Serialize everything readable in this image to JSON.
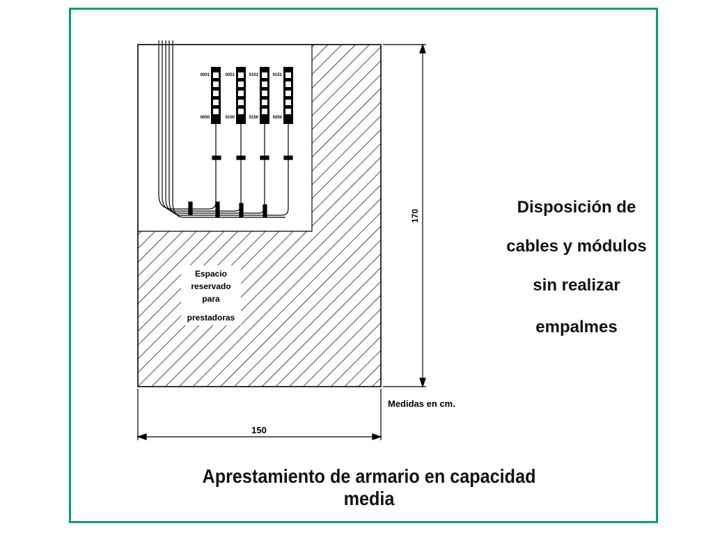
{
  "side_note": [
    "Disposición de",
    "cables y módulos",
    "sin realizar",
    "empalmes"
  ],
  "caption": "Aprestamiento de armario en capacidad media",
  "drawing": {
    "reserved_label": [
      "Espacio",
      "reservado",
      "para",
      "prestadoras"
    ],
    "height_dimension": "170",
    "width_dimension": "150",
    "units_note": "Medidas en cm.",
    "module_top_labels": [
      "0001",
      "0051",
      "0101",
      "0151"
    ],
    "module_bottom_labels": [
      "0050",
      "0100",
      "0150",
      "0200"
    ]
  },
  "colors": {
    "frame": "#00a078",
    "ink": "#000000"
  }
}
